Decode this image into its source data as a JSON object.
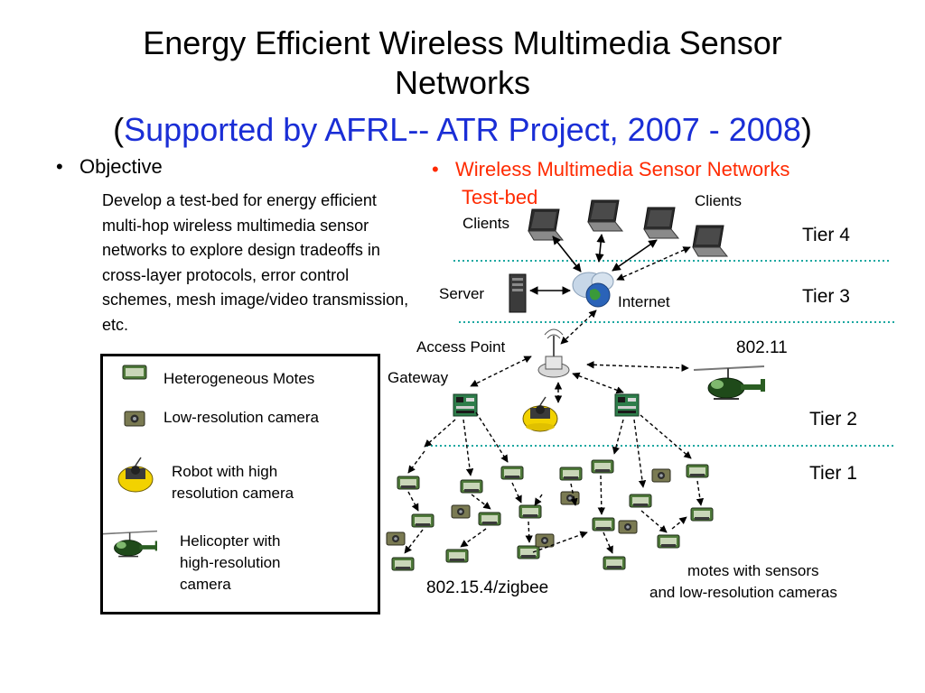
{
  "slide": {
    "title_line1": "Energy Efficient Wireless Multimedia Sensor",
    "title_line2": "Networks",
    "title_paren_open": "(",
    "title_line3": "Supported by AFRL-- ATR Project, 2007 - 2008",
    "title_paren_close": ")",
    "bullet_symbol": "•",
    "objective_heading": "Objective",
    "objective_text": "Develop a test-bed for energy efficient multi-hop wireless multimedia sensor networks to explore design tradeoffs in cross-layer protocols, error control schemes, mesh image/video transmission, etc.",
    "testbed_heading_line1": "Wireless Multimedia Sensor Networks",
    "testbed_heading_line2": "Test-bed"
  },
  "legend": {
    "items": [
      {
        "label": "Heterogeneous Motes",
        "icon": "mote-icon"
      },
      {
        "label": "Low-resolution camera",
        "icon": "camera-mote-icon"
      },
      {
        "label_line1": "Robot with high",
        "label_line2": "resolution camera",
        "icon": "robot-icon"
      },
      {
        "label_line1": "Helicopter with",
        "label_line2": "high-resolution",
        "label_line3": "camera",
        "icon": "helicopter-icon"
      }
    ]
  },
  "diagram": {
    "labels": {
      "clients_left": "Clients",
      "clients_right": "Clients",
      "server": "Server",
      "internet": "Internet",
      "access_point": "Access Point",
      "gateway": "Gateway",
      "wifi": "802.11",
      "zigbee": "802.15.4/zigbee",
      "motes_line1": "motes with sensors",
      "motes_line2": "and low-resolution cameras"
    },
    "tiers": [
      "Tier 4",
      "Tier 3",
      "Tier 2",
      "Tier 1"
    ],
    "colors": {
      "title_blue": "#1a2ed6",
      "heading_red": "#ff2a00",
      "tier_divider": "#1aa7a0",
      "mote_green": "#4f7a3a",
      "board_green": "#2e7d4a",
      "robot_yellow": "#f2d200"
    }
  }
}
